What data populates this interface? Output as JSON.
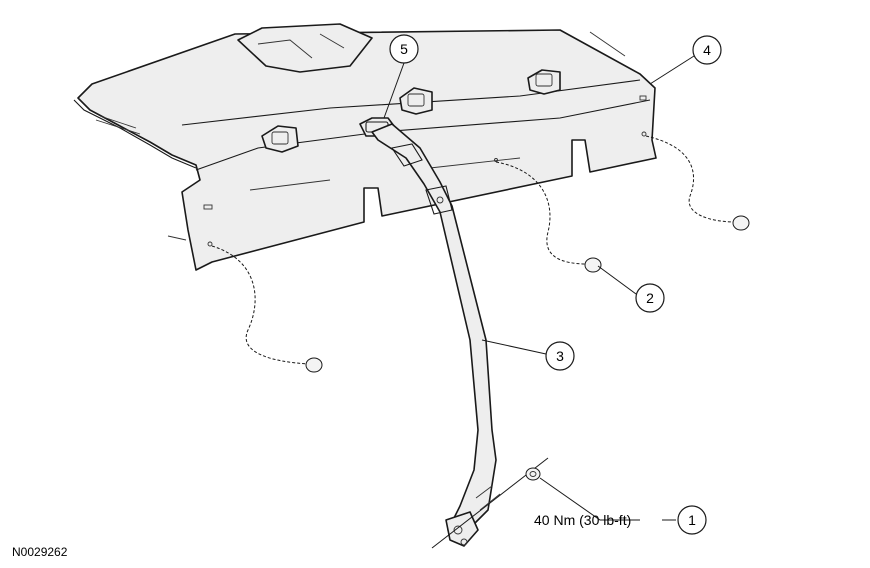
{
  "callouts": [
    {
      "number": "1"
    },
    {
      "number": "2"
    },
    {
      "number": "3"
    },
    {
      "number": "4"
    },
    {
      "number": "5"
    }
  ],
  "torque_spec": "40 Nm (30 lb-ft)",
  "figure_ref": "N0029262"
}
